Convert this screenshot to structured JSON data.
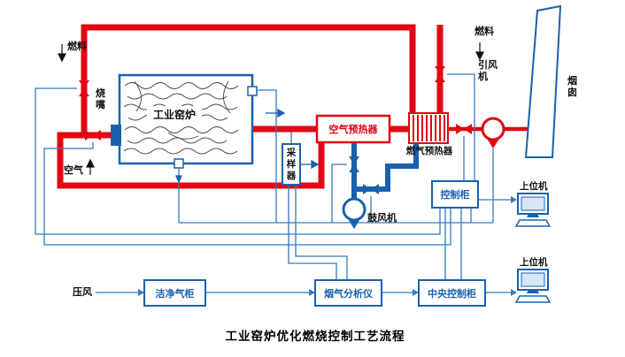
{
  "title": "工业窑炉优化燃烧控制工艺流程",
  "labels": {
    "fuel_left": "燃料",
    "fuel_right": "燃料",
    "air": "空气",
    "compressed_air": "压风",
    "burner": "烧嘴",
    "furnace": "工业窑炉",
    "sampler": "采样器",
    "air_preheater": "空气预热器",
    "gas_preheater": "燃气预热器",
    "induced_draft_fan": "引风机",
    "chimney": "烟囱",
    "blower": "鼓风机",
    "control_cabinet": "控制柜",
    "host_computer_upper": "上位机",
    "host_computer_lower": "上位机",
    "clean_gas_cabinet": "洁净气柜",
    "flue_gas_analyzer": "烟气分析仪",
    "central_control_cabinet": "中央控制柜"
  },
  "colors": {
    "pipe_red": "#e30613",
    "pipe_blue": "#1961ad",
    "signal_blue": "#3579bd",
    "text": "#111111"
  }
}
